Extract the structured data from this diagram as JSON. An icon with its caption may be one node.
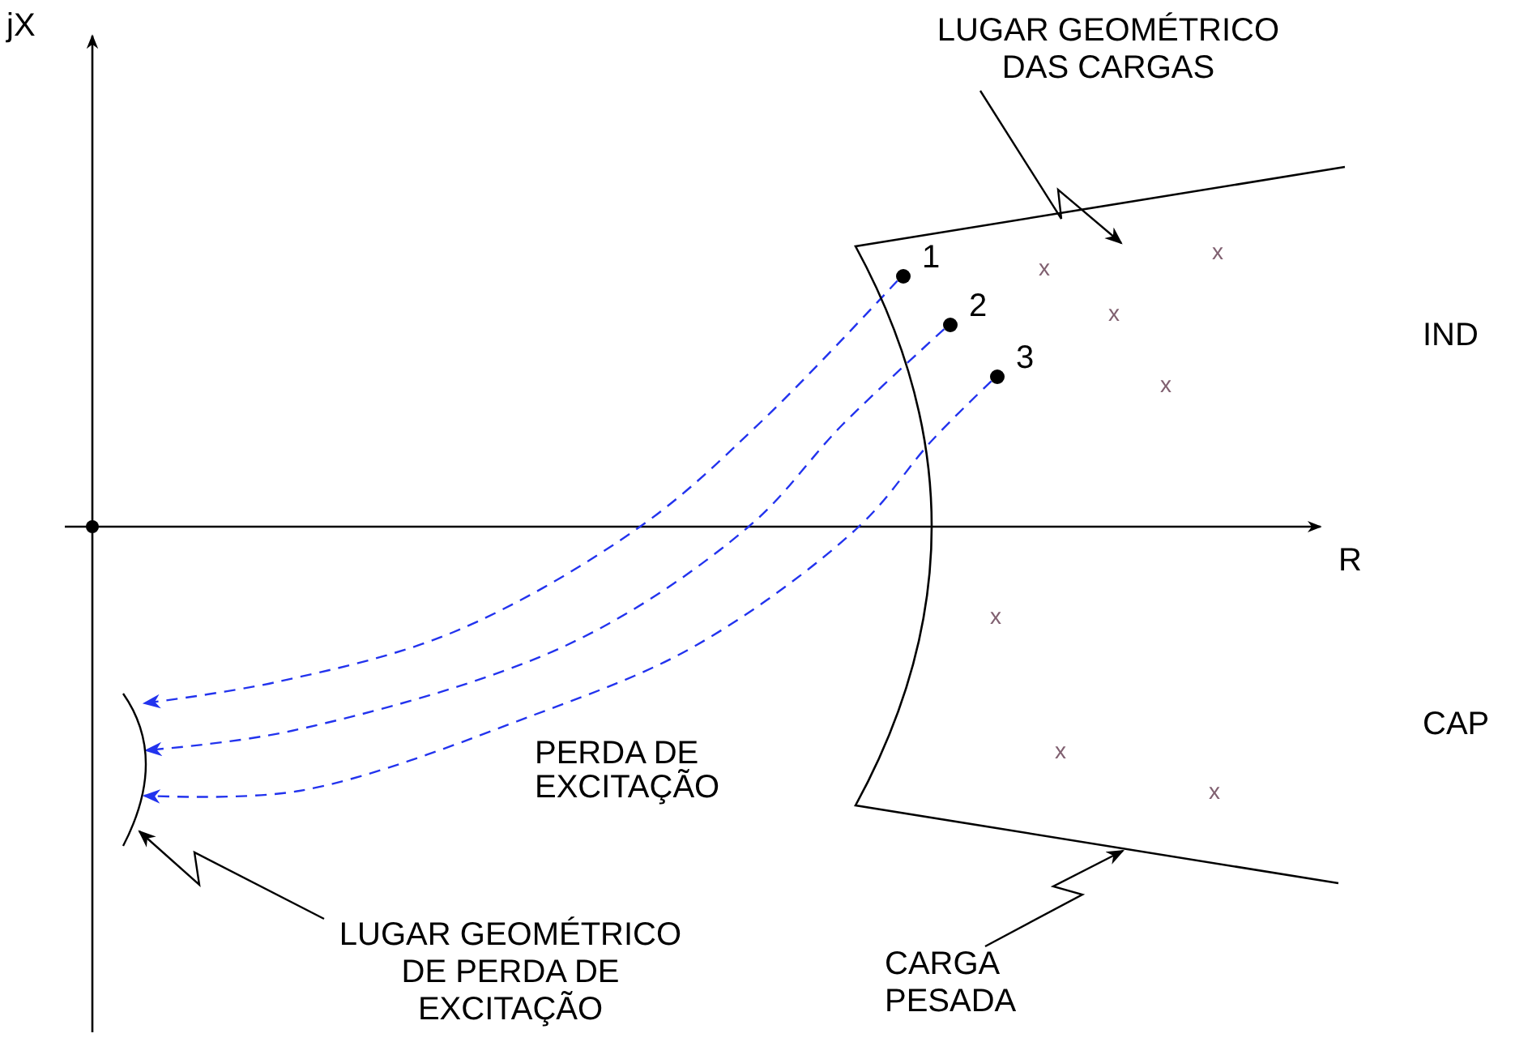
{
  "diagram": {
    "nodes": [
      {
        "text": [],
        "shape": "polygon"
      },
      {
        "text": [],
        "shape": "circle",
        "beside": [
          "1"
        ],
        "in": 0
      },
      {
        "text": [],
        "shape": "circle",
        "beside": [
          "2"
        ],
        "in": 0
      },
      {
        "text": [],
        "shape": "circle",
        "beside": [
          "3"
        ],
        "in": 0
      },
      {
        "text": [],
        "shape": "arc"
      },
      {
        "text": [
          "LUGAR GEOMÉTRICO DAS CARGAS"
        ]
      },
      {
        "text": [
          "LUGAR GEOMÉTRICO DE PERDA DE EXCITAÇÃO"
        ]
      },
      {
        "text": [
          "CARGA PESADA"
        ]
      }
    ],
    "edges": [
      {
        "from": 1,
        "to": 4,
        "arrow": "to",
        "style": "dashed",
        "color": "#2233ee"
      },
      {
        "from": 2,
        "to": 4,
        "arrow": "to",
        "style": "dashed",
        "color": "#2233ee"
      },
      {
        "from": 3,
        "to": 4,
        "arrow": "to",
        "style": "dashed",
        "color": "#2233ee"
      },
      {
        "from": 5,
        "to": 0,
        "arrow": "to",
        "color": "#000000"
      },
      {
        "from": 6,
        "to": 4,
        "arrow": "to",
        "color": "#000000"
      },
      {
        "from": 7,
        "to": 0,
        "arrow": "to",
        "color": "#000000"
      }
    ],
    "labels": [
      "jX",
      "R",
      "IND",
      "CAP",
      "PERDA DE EXCITAÇÃO",
      "x",
      "x",
      "x",
      "x",
      "x",
      "x",
      "x"
    ]
  }
}
